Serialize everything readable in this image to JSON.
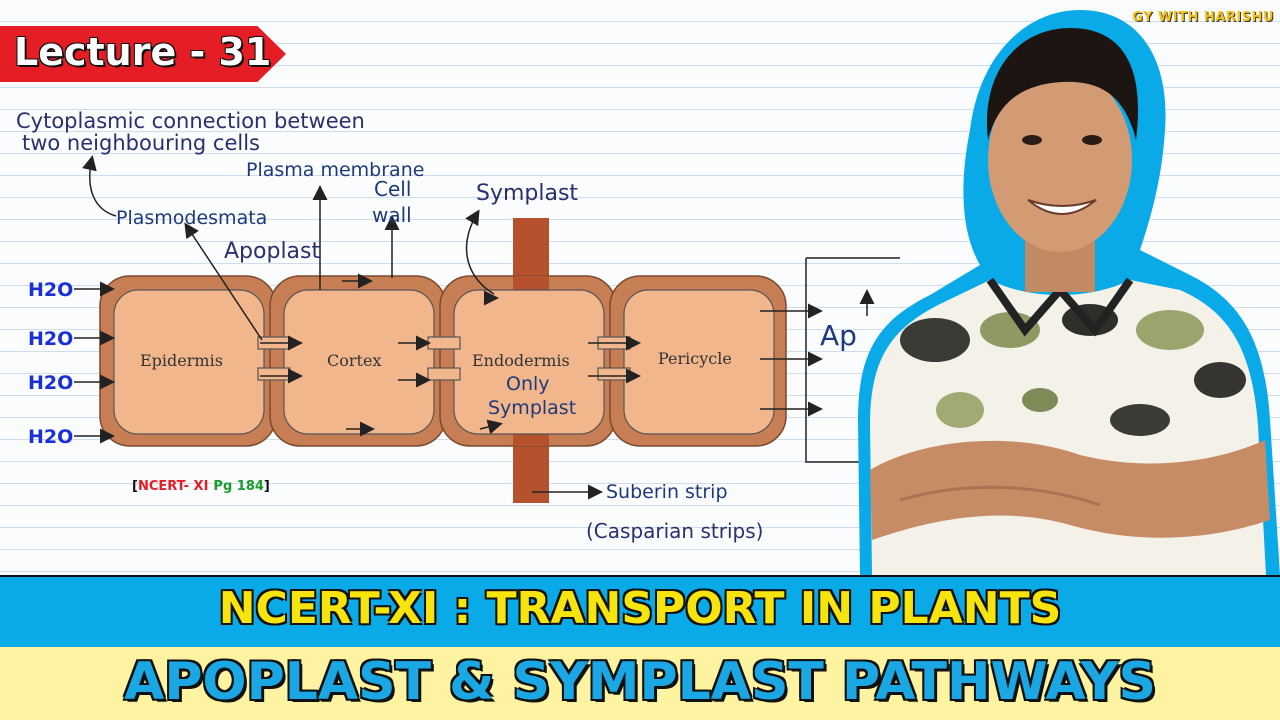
{
  "lecture_label": "Lecture - 31",
  "brand": "GY WITH HARISHU",
  "diagram": {
    "notes": {
      "cytoplasmic_line1": "Cytoplasmic connection between",
      "cytoplasmic_line2": "two neighbouring cells",
      "plasmodesmata": "Plasmodesmata",
      "apoplast": "Apoplast",
      "plasma_membrane": "Plasma membrane",
      "cell_wall_line1": "Cell",
      "cell_wall_line2": "wall",
      "symplast": "Symplast",
      "only_symplast_line1": "Only",
      "only_symplast_line2": "Symplast",
      "suberin": "Suberin strip",
      "casparian": "(Casparian strips)",
      "right_partial": "Ap"
    },
    "h2o_labels": [
      "H2O",
      "H2O",
      "H2O",
      "H2O"
    ],
    "cells": [
      "Epidermis",
      "Cortex",
      "Endodermis",
      "Pericycle"
    ],
    "reference": {
      "open": "[",
      "ncert": "NCERT- XI",
      "page": "Pg 184",
      "close": "]"
    },
    "colors": {
      "wall": "#c87e55",
      "cytoplasm": "#f2b68d",
      "strip": "#b5522d",
      "ink": "#1d3a7a"
    }
  },
  "banner": {
    "line1": "NCERT-XI :  TRANSPORT IN PLANTS",
    "line2": "APOPLAST & SYMPLAST PATHWAYS"
  }
}
